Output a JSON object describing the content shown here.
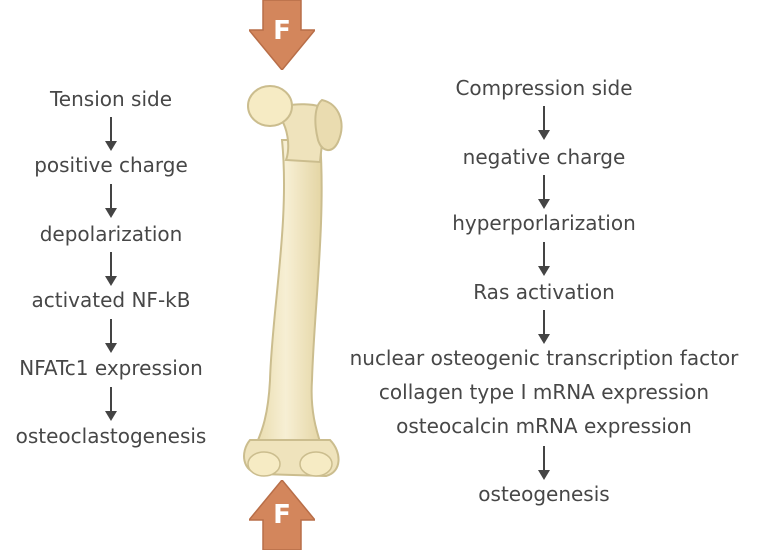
{
  "force": {
    "top_label": "F",
    "bottom_label": "F",
    "color": "#d3865c"
  },
  "left_chain": [
    "Tension side",
    "positive charge",
    "depolarization",
    "activated NF-kB",
    "NFATc1 expression",
    "osteoclastogenesis"
  ],
  "right_chain": {
    "steps": [
      "Compression side",
      "negative charge",
      "hyperporlarization",
      "Ras activation"
    ],
    "group": [
      "nuclear osteogenic transcription factor",
      "collagen type I mRNA expression",
      "osteocalcin mRNA expression"
    ],
    "result": "osteogenesis"
  },
  "bone": {
    "color": "#f3e7c0",
    "outline": "#cbbd8e",
    "icon": "femur-bone-icon"
  }
}
